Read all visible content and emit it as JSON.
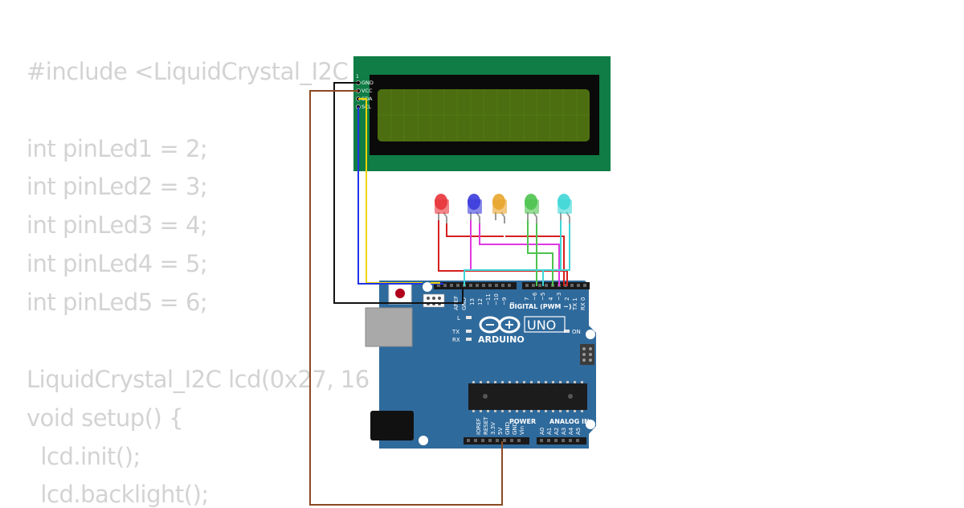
{
  "code": {
    "lines": [
      "#include <LiquidCrystal_I2C",
      "",
      "int pinLed1 = 2;",
      "int pinLed2 = 3;",
      "int pinLed3 = 4;",
      "int pinLed4 = 5;",
      "int pinLed5 = 6;",
      "",
      "LiquidCrystal_I2C lcd(0x27, 16",
      "void setup() {",
      "  lcd.init();",
      "  lcd.backlight();"
    ]
  },
  "lcd": {
    "pins": [
      "GND",
      "VCC",
      "SDA",
      "SCL"
    ],
    "pin1_marker": "1"
  },
  "leds": [
    {
      "color": "#e8343a",
      "name": "red"
    },
    {
      "color": "#3b3bdc",
      "name": "blue"
    },
    {
      "color": "#e8a52c",
      "name": "yellow"
    },
    {
      "color": "#4ec24e",
      "name": "green"
    },
    {
      "color": "#3fd6d6",
      "name": "cyan"
    }
  ],
  "arduino": {
    "model": "UNO",
    "brand": "ARDUINO",
    "digital_label": "DIGITAL (PWM ~)",
    "power_label": "POWER",
    "analog_label": "ANALOG IN",
    "led_l": "L",
    "led_tx": "TX",
    "led_rx": "RX",
    "led_on": "ON",
    "aref": "AREF",
    "gnd": "GND",
    "digital_pins": [
      "13",
      "12",
      "~11",
      "~10",
      "~9",
      "8",
      "7",
      "~6",
      "~5",
      "4",
      "~3",
      "2",
      "TX 1",
      "RX 0"
    ],
    "power_pins": [
      "IOREF",
      "RESET",
      "3.3V",
      "5V",
      "GND",
      "GND",
      "Vin"
    ],
    "analog_pins": [
      "A0",
      "A1",
      "A2",
      "A3",
      "A4",
      "A5"
    ]
  },
  "colors": {
    "board": "#2f6a9c",
    "lcd_pcb": "#0f7d45",
    "lcd_screen": "#4c6e10",
    "code_text": "#d3d3d3"
  }
}
